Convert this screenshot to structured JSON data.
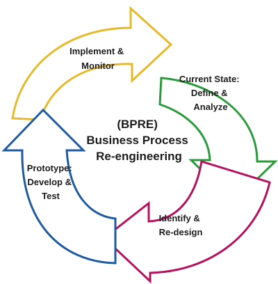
{
  "center": {
    "line1": "(BPRE)",
    "line2": "Business Process",
    "line3": "Re-engineering"
  },
  "steps": [
    {
      "id": "implement",
      "lines": [
        "Implement &",
        "Monitor"
      ],
      "color": "#e7b928"
    },
    {
      "id": "current-state",
      "lines": [
        "Current State:",
        "Define &",
        "Analyze"
      ],
      "color": "#2a9b3a"
    },
    {
      "id": "identify",
      "lines": [
        "Identify &",
        "Re-design"
      ],
      "color": "#b4125f"
    },
    {
      "id": "prototype",
      "lines": [
        "Prototype:",
        "Develop &",
        "Test"
      ],
      "color": "#1d5aa0"
    }
  ]
}
